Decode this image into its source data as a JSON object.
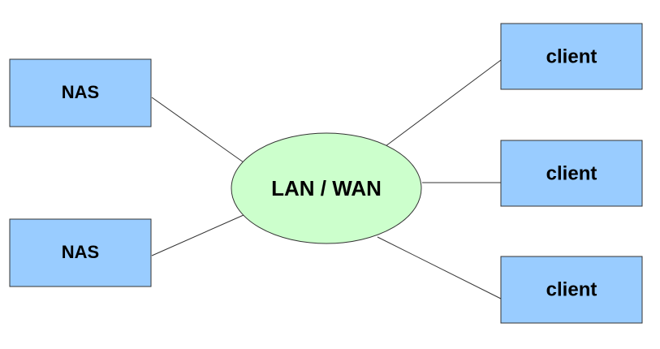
{
  "hub": {
    "label": "LAN / WAN",
    "fill": "#ccffcc"
  },
  "nas_nodes": [
    {
      "label": "NAS"
    },
    {
      "label": "NAS"
    }
  ],
  "client_nodes": [
    {
      "label": "client"
    },
    {
      "label": "client"
    },
    {
      "label": "client"
    }
  ],
  "colors": {
    "node_fill": "#99ccff",
    "hub_fill": "#ccffcc",
    "stroke": "#333333"
  }
}
